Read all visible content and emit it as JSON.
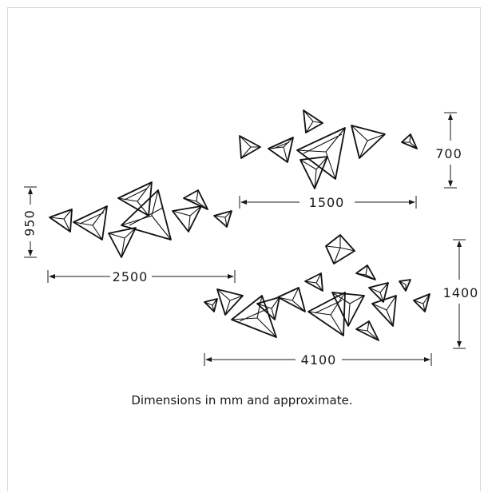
{
  "dimensions": {
    "upper_right_width": "1500",
    "upper_right_height": "700",
    "left_width": "2500",
    "left_height": "950",
    "lower_width": "4100",
    "lower_height": "1400"
  },
  "caption": "Dimensions in mm and approximate.",
  "colors": {
    "line": "#111111",
    "background": "#ffffff",
    "frame": "#d9d9d9"
  }
}
